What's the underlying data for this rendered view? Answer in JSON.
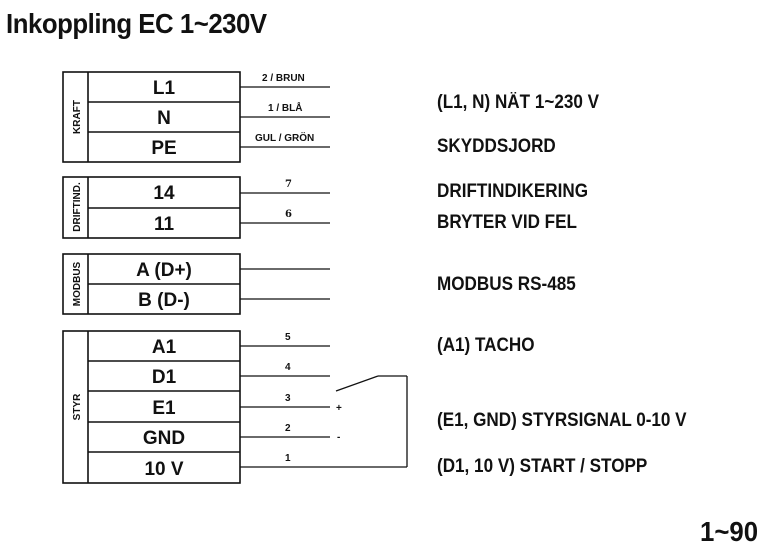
{
  "title": "Inkoppling EC 1~230V",
  "page_number": "1~90",
  "groups": [
    {
      "label": "KRAFT",
      "terminals": [
        {
          "label": "L1",
          "wire": "2 / BRUN"
        },
        {
          "label": "N",
          "wire": "1 / BLÅ"
        },
        {
          "label": "PE",
          "wire": "GUL / GRÖN"
        }
      ]
    },
    {
      "label": "DRIFTIND.",
      "terminals": [
        {
          "label": "14",
          "wire": "7"
        },
        {
          "label": "11",
          "wire": "6"
        }
      ]
    },
    {
      "label": "MODBUS",
      "terminals": [
        {
          "label": "A (D+)",
          "wire": ""
        },
        {
          "label": "B (D-)",
          "wire": ""
        }
      ]
    },
    {
      "label": "STYR",
      "terminals": [
        {
          "label": "A1",
          "wire": "5"
        },
        {
          "label": "D1",
          "wire": "4"
        },
        {
          "label": "E1",
          "wire": "3"
        },
        {
          "label": "GND",
          "wire": "2"
        },
        {
          "label": "10 V",
          "wire": "1"
        }
      ]
    }
  ],
  "signal_plus": "+",
  "signal_minus": "-",
  "descriptions": {
    "natt": "(L1, N) NÄT 1~230 V",
    "skyddsjord": "SKYDDSJORD",
    "driftindikering": "DRIFTINDIKERING",
    "bryter": "BRYTER VID FEL",
    "modbus": "MODBUS RS-485",
    "tacho": "(A1) TACHO",
    "styrsignal": "(E1, GND) STYRSIGNAL 0-10 V",
    "startstopp": "(D1, 10 V) START / STOPP"
  }
}
